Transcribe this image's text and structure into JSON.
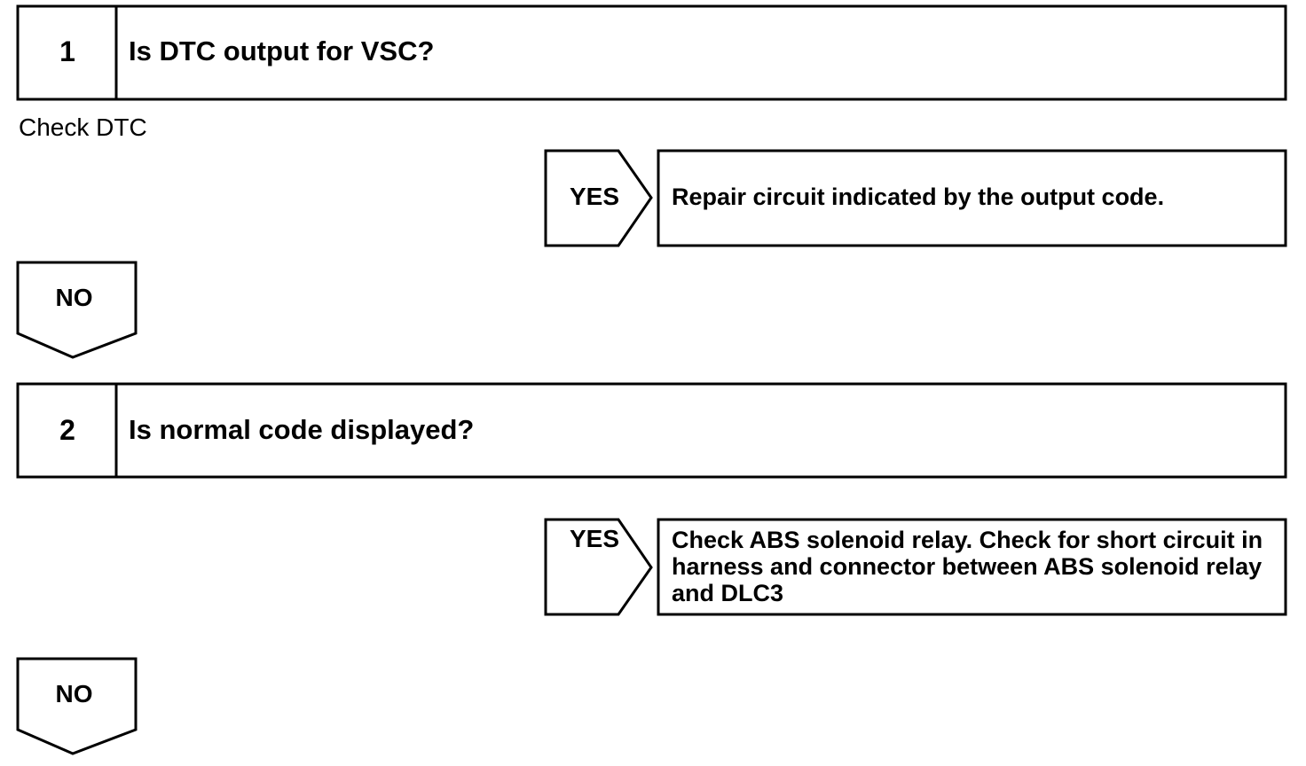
{
  "steps": [
    {
      "number": "1",
      "question": "Is DTC output for VSC?",
      "note": "Check DTC",
      "yes_label": "YES",
      "yes_result": "Repair circuit indicated by the output code.",
      "no_label": "NO"
    },
    {
      "number": "2",
      "question": "Is normal code displayed?",
      "yes_label": "YES",
      "yes_result": "Check ABS solenoid relay. Check for short circuit in harness and connector between ABS solenoid relay and DLC3",
      "no_label": "NO"
    }
  ]
}
